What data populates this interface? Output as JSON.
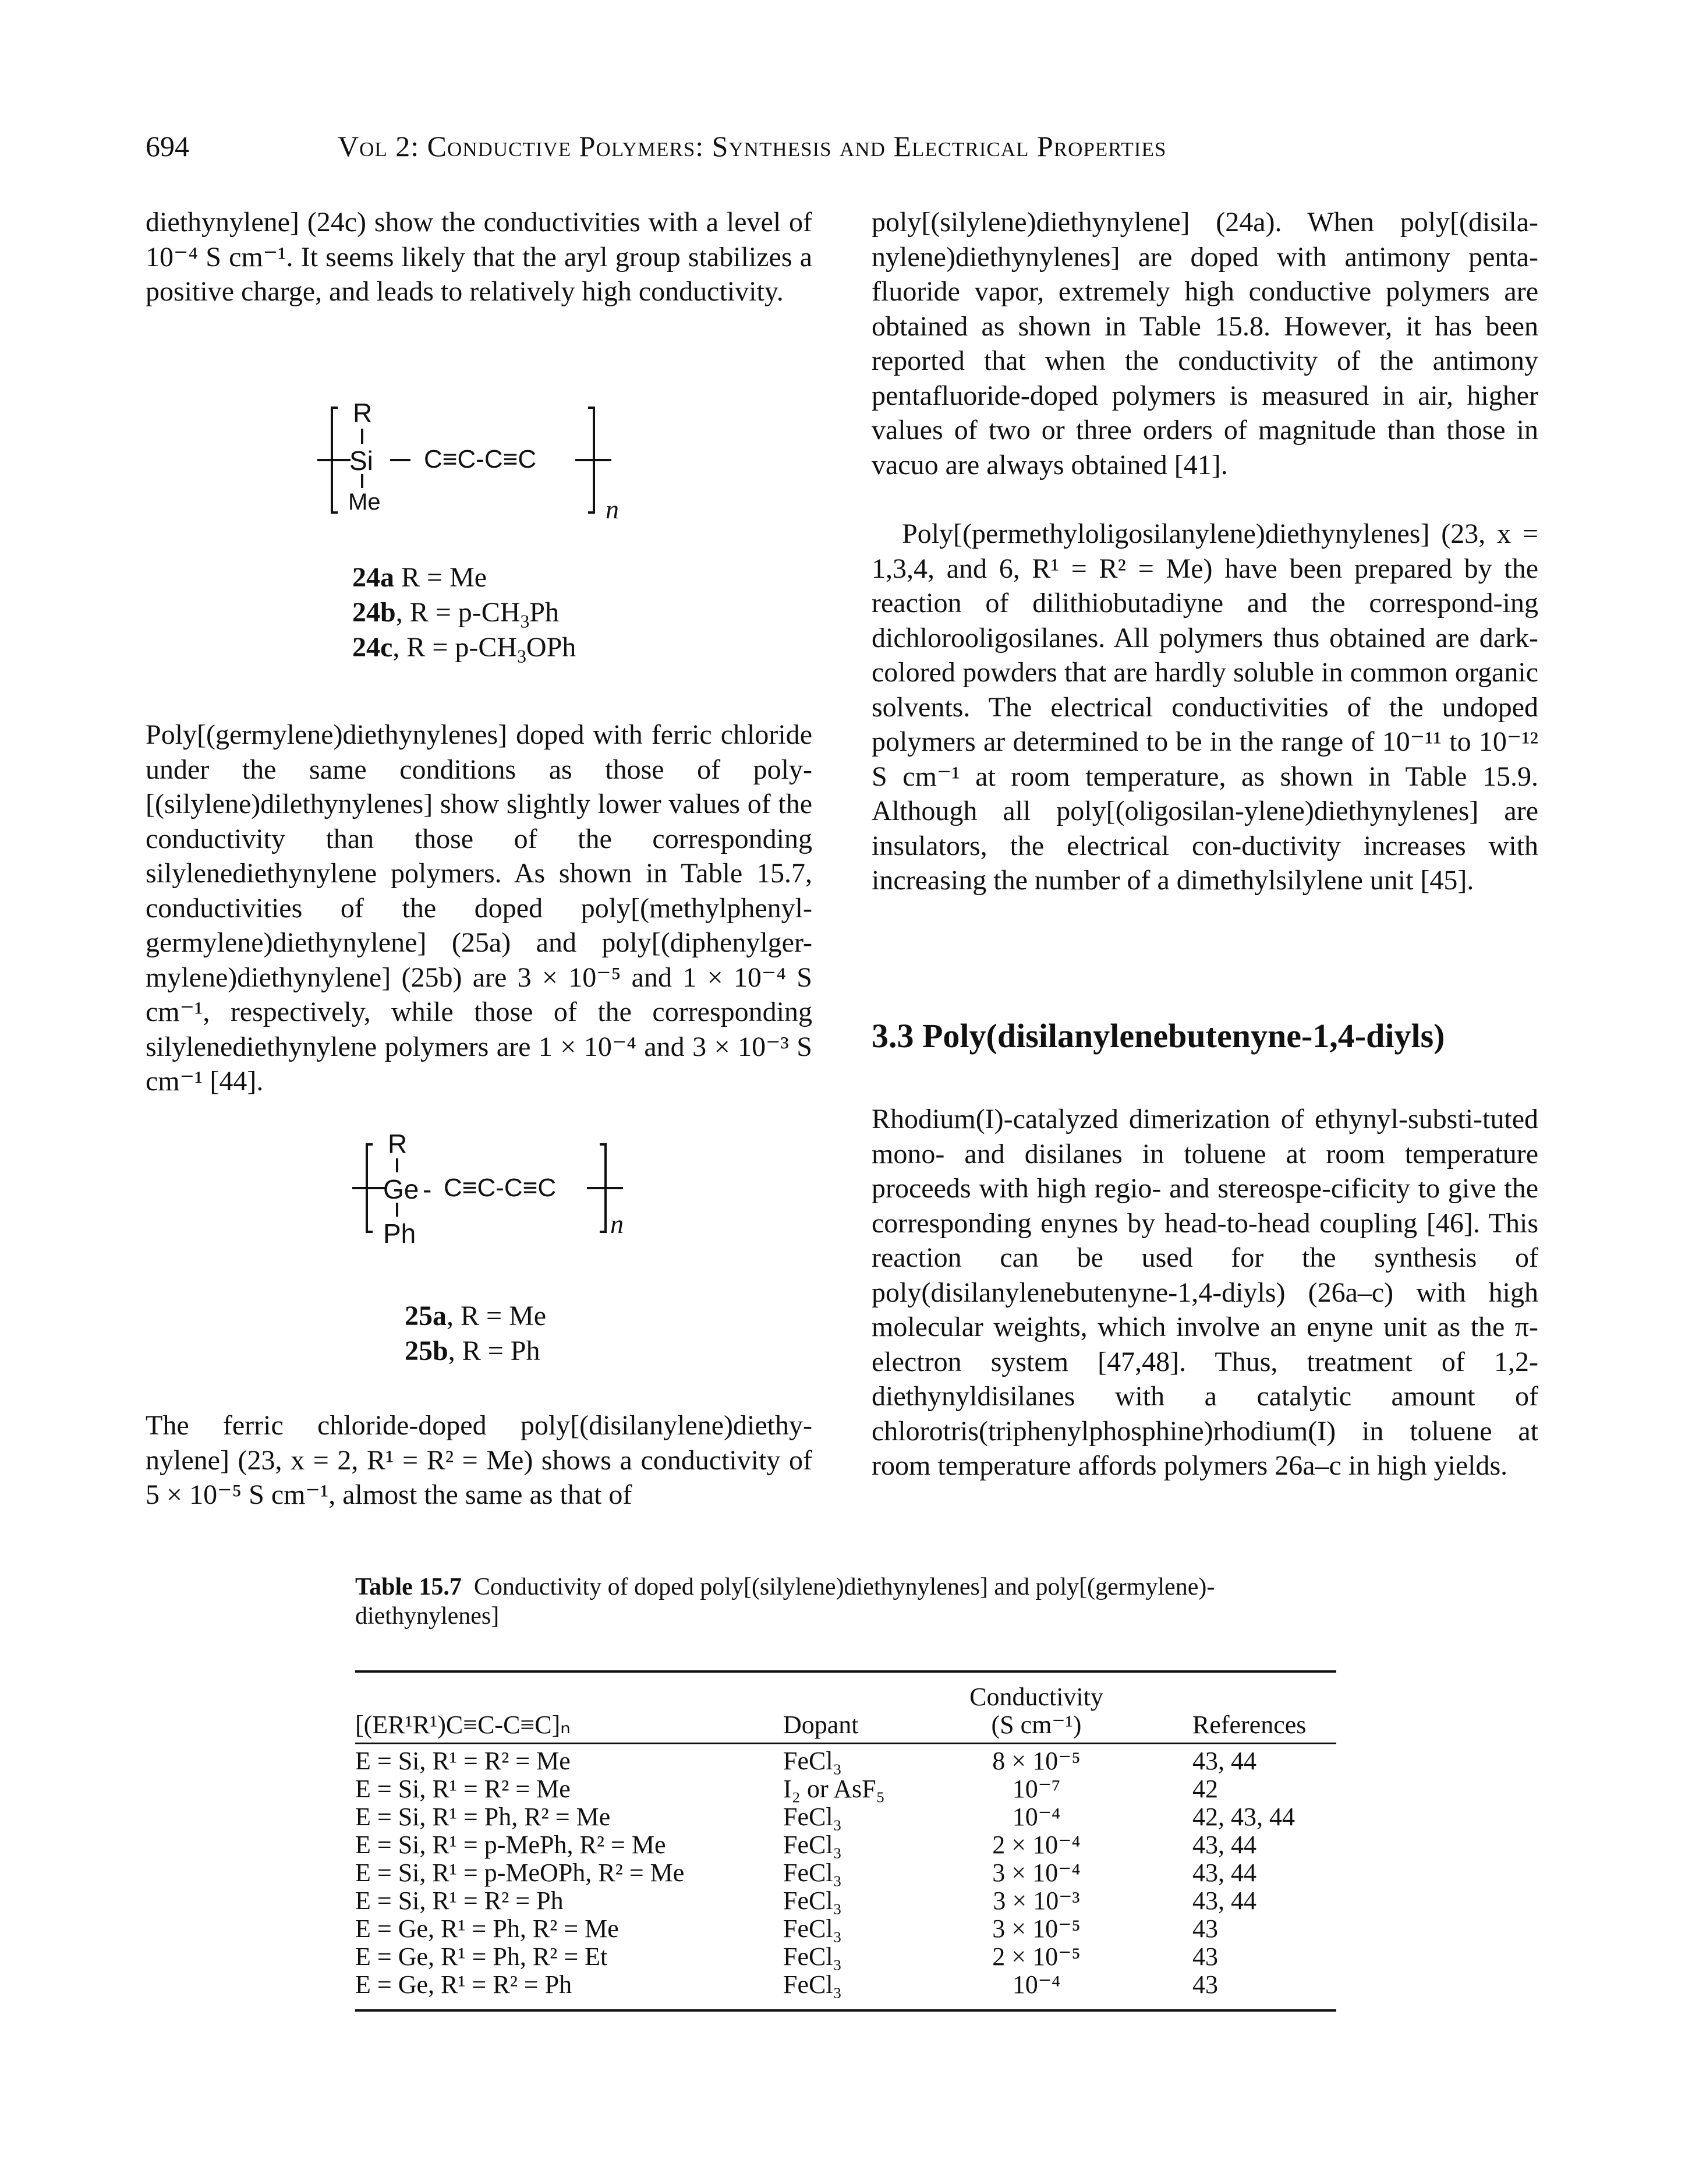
{
  "header": {
    "page_number": "694",
    "running_title": "Vol 2: Conductive Polymers: Synthesis and Electrical Properties"
  },
  "left_column": {
    "para1": "diethynylene] (24c) show the conductivities with a level of 10⁻⁴ S cm⁻¹. It seems likely that the aryl group stabilizes a positive charge, and leads to relatively high conductivity.",
    "structure_24": {
      "top_sub": "R",
      "element": "Si",
      "bottom_sub": "Me",
      "chain": "C≡C-C≡C",
      "repeat": "n",
      "labels": [
        "24a R = Me",
        "24b, R = p-CH3Ph",
        "24c, R = p-CH3OPh"
      ]
    },
    "para2": "Poly[(germylene)diethynylenes] doped with ferric chloride under the same conditions as those of poly-[(silylene)dilethynylenes] show slightly lower values of the conductivity than those of the corresponding silylenediethynylene polymers. As shown in Table 15.7, conductivities of the doped poly[(methylphenyl-germylene)diethynylene] (25a) and poly[(diphenylger-mylene)diethynylene] (25b) are 3 × 10⁻⁵ and 1 × 10⁻⁴ S cm⁻¹, respectively, while those of the corresponding silylenediethynylene polymers are 1 × 10⁻⁴ and 3 × 10⁻³ S cm⁻¹ [44].",
    "structure_25": {
      "top_sub": "R",
      "element": "Ge",
      "bottom_sub": "Ph",
      "chain": "C≡C-C≡C",
      "repeat": "n",
      "labels": [
        "25a, R = Me",
        "25b, R = Ph"
      ]
    },
    "para3": "The ferric chloride-doped poly[(disilanylene)diethy-nylene] (23, x = 2, R¹ = R² = Me) shows a conductivity of 5 × 10⁻⁵ S cm⁻¹, almost the same as that of"
  },
  "right_column": {
    "para1": "poly[(silylene)diethynylene] (24a). When poly[(disila-nylene)diethynylenes] are doped with antimony penta-fluoride vapor, extremely high conductive polymers are obtained as shown in Table 15.8. However, it has been reported that when the conductivity of the antimony pentafluoride-doped polymers is measured in air, higher values of two or three orders of magnitude than those in vacuo are always obtained [41].",
    "para2": "Poly[(permethyloligosilanylene)diethynylenes] (23, x = 1,3,4, and 6, R¹ = R² = Me) have been prepared by the reaction of dilithiobutadiyne and the correspond-ing dichlorooligosilanes. All polymers thus obtained are dark-colored powders that are hardly soluble in common organic solvents. The electrical conductivities of the undoped polymers ar determined to be in the range of 10⁻¹¹ to 10⁻¹² S cm⁻¹ at room temperature, as shown in Table 15.9. Although all poly[(oligosilan-ylene)diethynylenes] are insulators, the electrical con-ductivity increases with increasing the number of a dimethylsilylene unit [45].",
    "section_heading": "3.3 Poly(disilanylenebutenyne-1,4-diyls)",
    "para3": "Rhodium(I)-catalyzed dimerization of ethynyl-substi-tuted mono- and disilanes in toluene at room temperature proceeds with high regio- and stereospe-cificity to give the corresponding enynes by head-to-head coupling [46]. This reaction can be used for the synthesis of poly(disilanylenebutenyne-1,4-diyls) (26a–c) with high molecular weights, which involve an enyne unit as the π-electron system [47,48]. Thus, treatment of 1,2-diethynyldisilanes with a catalytic amount of chlorotris(triphenylphosphine)rhodium(I) in toluene at room temperature affords polymers 26a–c in high yields."
  },
  "table": {
    "label": "Table 15.7",
    "caption": "Conductivity of doped poly[(silylene)diethynylenes] and poly[(germylene)-diethynylenes]",
    "headers": {
      "polymer": "[(ER¹R¹)C≡C-C≡C]ₙ",
      "dopant": "Dopant",
      "conductivity_line1": "Conductivity",
      "conductivity_line2": "(S cm⁻¹)",
      "references": "References"
    },
    "rows": [
      {
        "polymer": "E = Si, R¹ = R² = Me",
        "dopant": "FeCl₃",
        "conductivity": "8 × 10⁻⁵",
        "refs": "43, 44"
      },
      {
        "polymer": "E = Si, R¹ = R² = Me",
        "dopant": "I₂ or AsF₅",
        "conductivity": "10⁻⁷",
        "refs": "42"
      },
      {
        "polymer": "E = Si, R¹ = Ph, R² = Me",
        "dopant": "FeCl₃",
        "conductivity": "10⁻⁴",
        "refs": "42, 43, 44"
      },
      {
        "polymer": "E = Si, R¹ = p-MePh, R² = Me",
        "dopant": "FeCl₃",
        "conductivity": "2 × 10⁻⁴",
        "refs": "43, 44"
      },
      {
        "polymer": "E = Si, R¹ = p-MeOPh, R² = Me",
        "dopant": "FeCl₃",
        "conductivity": "3 × 10⁻⁴",
        "refs": "43, 44"
      },
      {
        "polymer": "E = Si, R¹ = R² = Ph",
        "dopant": "FeCl₃",
        "conductivity": "3 × 10⁻³",
        "refs": "43, 44"
      },
      {
        "polymer": "E = Ge, R¹ = Ph, R² = Me",
        "dopant": "FeCl₃",
        "conductivity": "3 × 10⁻⁵",
        "refs": "43"
      },
      {
        "polymer": "E = Ge, R¹ = Ph, R² = Et",
        "dopant": "FeCl₃",
        "conductivity": "2 × 10⁻⁵",
        "refs": "43"
      },
      {
        "polymer": "E = Ge, R¹ = R² = Ph",
        "dopant": "FeCl₃",
        "conductivity": "10⁻⁴",
        "refs": "43"
      }
    ]
  }
}
